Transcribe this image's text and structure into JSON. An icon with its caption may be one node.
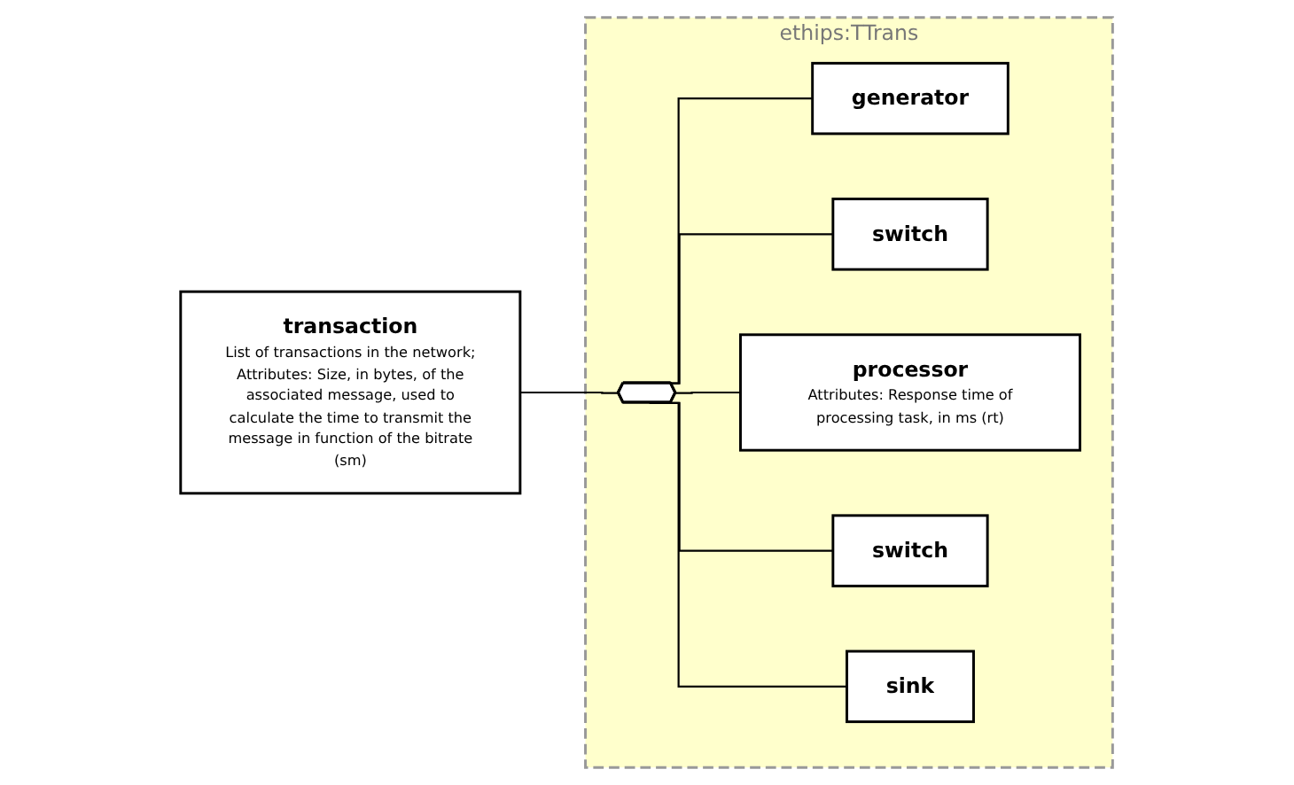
{
  "diagram": {
    "nodes": [
      {
        "text": [
          "transaction",
          "List of transactions in the network; Attributes: Size, in bytes, of the associated message, used to calculate the time to transmit the message in function of the bitrate (sm)"
        ]
      },
      {
        "text": [
          "ethips:TTrans"
        ]
      },
      {
        "text": [],
        "shape": "octagon",
        "in": 1
      },
      {
        "text": [
          "generator"
        ],
        "in": 1
      },
      {
        "text": [
          "switch"
        ],
        "in": 1
      },
      {
        "text": [
          "processor",
          "Attributes: Response time of processing task, in ms (rt)"
        ],
        "in": 1
      },
      {
        "text": [
          "switch"
        ],
        "in": 1
      },
      {
        "text": [
          "sink"
        ],
        "in": 1
      }
    ],
    "edges": [
      {
        "from": 0,
        "to": 2,
        "arrow": "none"
      },
      {
        "from": 2,
        "to": 3,
        "arrow": "none"
      },
      {
        "from": 2,
        "to": 4,
        "arrow": "none"
      },
      {
        "from": 2,
        "to": 5,
        "arrow": "none"
      },
      {
        "from": 2,
        "to": 6,
        "arrow": "none"
      },
      {
        "from": 2,
        "to": 7,
        "arrow": "none"
      }
    ]
  }
}
